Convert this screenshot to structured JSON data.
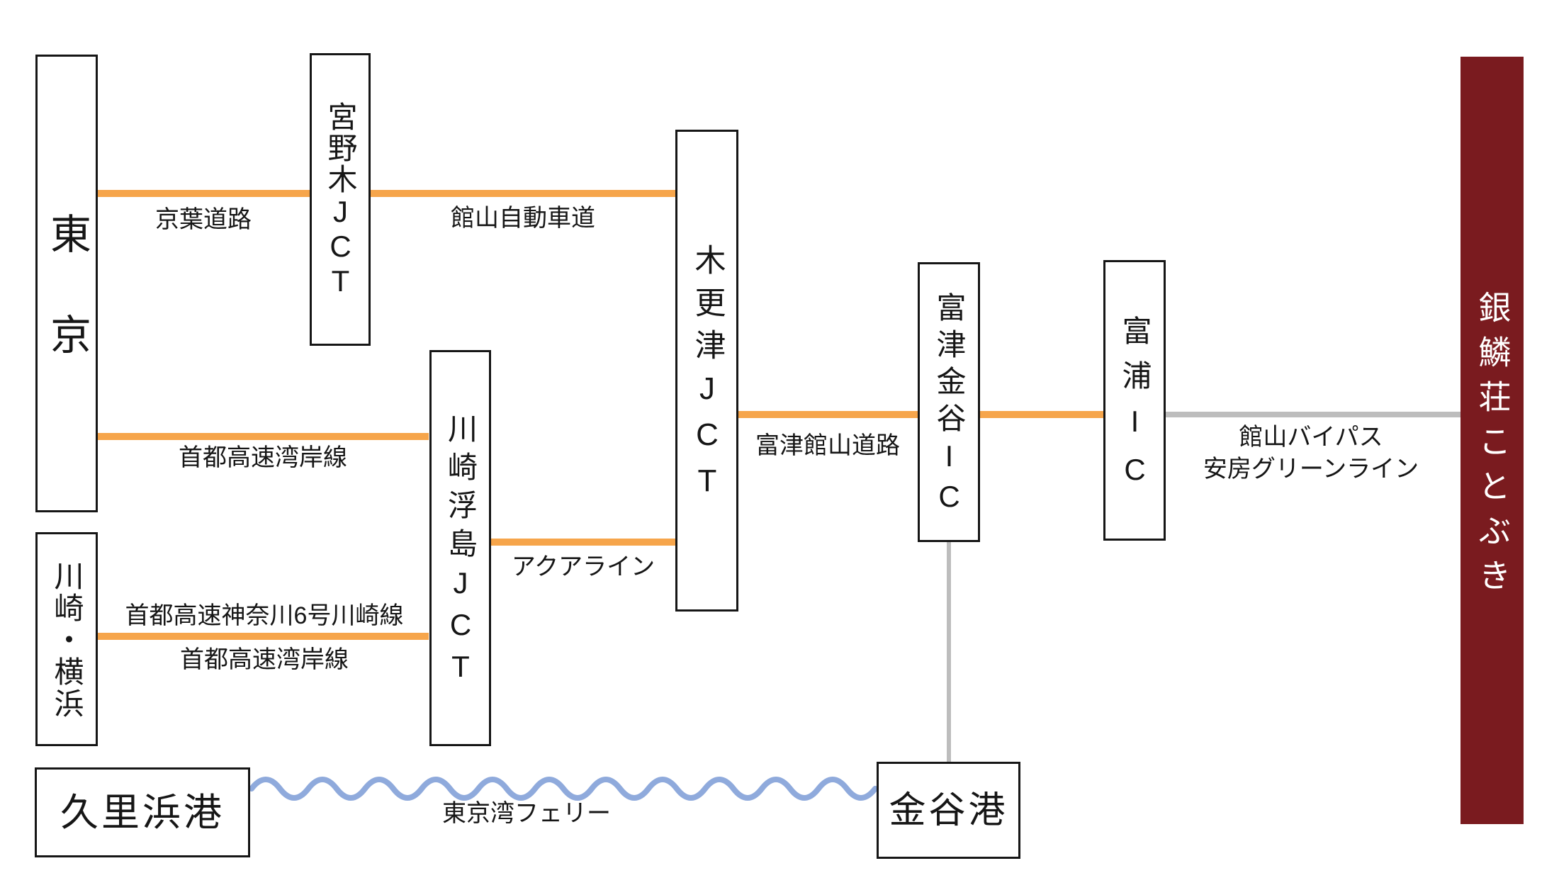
{
  "nodes": {
    "tokyo": {
      "label": "東京"
    },
    "kawasaki_yokohama": {
      "label": "川崎・横浜"
    },
    "kurihama_port": {
      "label": "久里浜港"
    },
    "miyanogi_jct": {
      "label": "宮野木JCT"
    },
    "kawasaki_ukishima_jct": {
      "label": "川崎浮島JCT"
    },
    "kisarazu_jct": {
      "label": "木更津JCT"
    },
    "futtsu_kanaya_ic": {
      "label": "富津金谷IC"
    },
    "tomiura_ic": {
      "label": "富浦IC"
    },
    "kanaya_port": {
      "label": "金谷港"
    },
    "destination": {
      "label": "銀鱗荘ことぶき"
    }
  },
  "roads": {
    "keiyo": {
      "label": "京葉道路"
    },
    "tateyama_expressway": {
      "label": "館山自動車道"
    },
    "shuto_wangan_tokyo": {
      "label": "首都高速湾岸線"
    },
    "shuto_kanagawa6": {
      "label": "首都高速神奈川6号川崎線"
    },
    "shuto_wangan_kawasaki": {
      "label": "首都高速湾岸線"
    },
    "aqualine": {
      "label": "アクアライン"
    },
    "futtsu_tateyama": {
      "label": "富津館山道路"
    },
    "tateyama_bypass": {
      "label": "館山バイパス"
    },
    "awa_greenline": {
      "label": "安房グリーンライン"
    },
    "tokyo_bay_ferry": {
      "label": "東京湾フェリー"
    }
  },
  "colors": {
    "expressway_line": "#F6A54B",
    "general_road_line": "#BDBDBD",
    "ferry_line": "#8FAADC",
    "destination_bg": "#7A1B1F",
    "destination_text": "#FFFFFF"
  }
}
